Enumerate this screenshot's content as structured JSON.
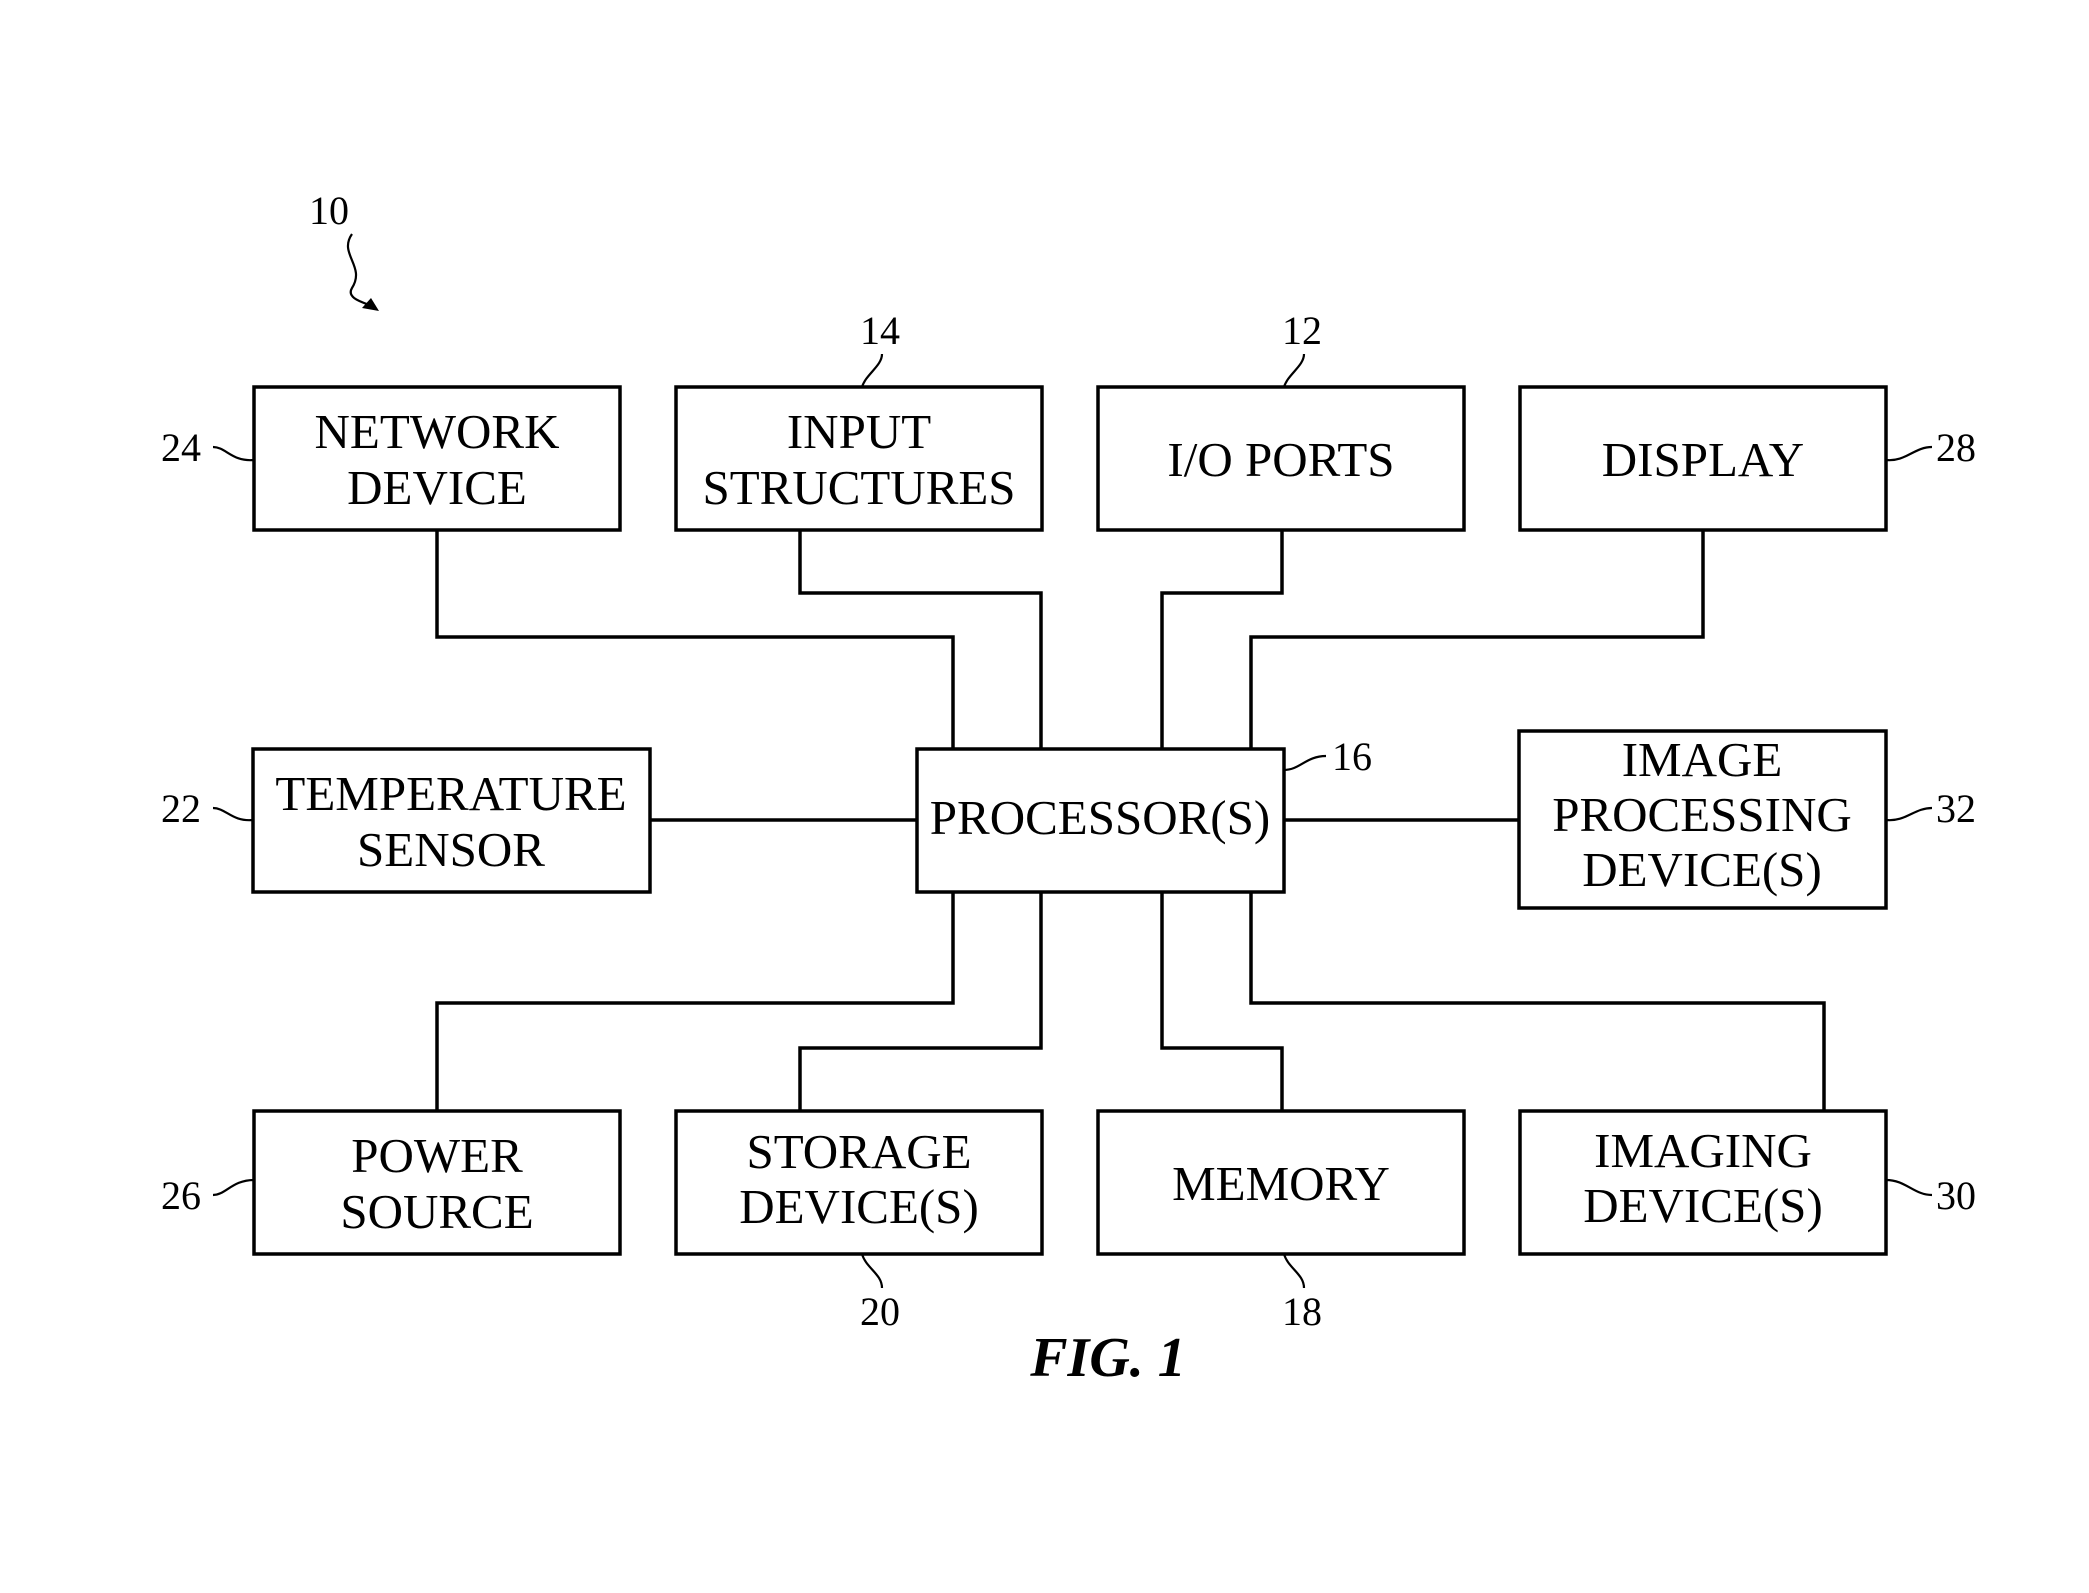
{
  "figure": {
    "caption": "FIG. 1",
    "system_ref": "10"
  },
  "blocks": {
    "network_device": {
      "ref": "24",
      "lines": [
        "NETWORK",
        "DEVICE"
      ]
    },
    "input_structures": {
      "ref": "14",
      "lines": [
        "INPUT",
        "STRUCTURES"
      ]
    },
    "io_ports": {
      "ref": "12",
      "lines": [
        "I/O PORTS"
      ]
    },
    "display": {
      "ref": "28",
      "lines": [
        "DISPLAY"
      ]
    },
    "temperature_sensor": {
      "ref": "22",
      "lines": [
        "TEMPERATURE",
        "SENSOR"
      ]
    },
    "processor": {
      "ref": "16",
      "lines": [
        "PROCESSOR(S)"
      ]
    },
    "image_processing": {
      "ref": "32",
      "lines": [
        "IMAGE",
        "PROCESSING",
        "DEVICE(S)"
      ]
    },
    "power_source": {
      "ref": "26",
      "lines": [
        "POWER",
        "SOURCE"
      ]
    },
    "storage_devices": {
      "ref": "20",
      "lines": [
        "STORAGE",
        "DEVICE(S)"
      ]
    },
    "memory": {
      "ref": "18",
      "lines": [
        "MEMORY"
      ]
    },
    "imaging_devices": {
      "ref": "30",
      "lines": [
        "IMAGING",
        "DEVICE(S)"
      ]
    }
  },
  "connections": [
    [
      "processor",
      "network_device"
    ],
    [
      "processor",
      "input_structures"
    ],
    [
      "processor",
      "io_ports"
    ],
    [
      "processor",
      "display"
    ],
    [
      "processor",
      "temperature_sensor"
    ],
    [
      "processor",
      "image_processing"
    ],
    [
      "processor",
      "power_source"
    ],
    [
      "processor",
      "storage_devices"
    ],
    [
      "processor",
      "memory"
    ],
    [
      "processor",
      "imaging_devices"
    ]
  ]
}
